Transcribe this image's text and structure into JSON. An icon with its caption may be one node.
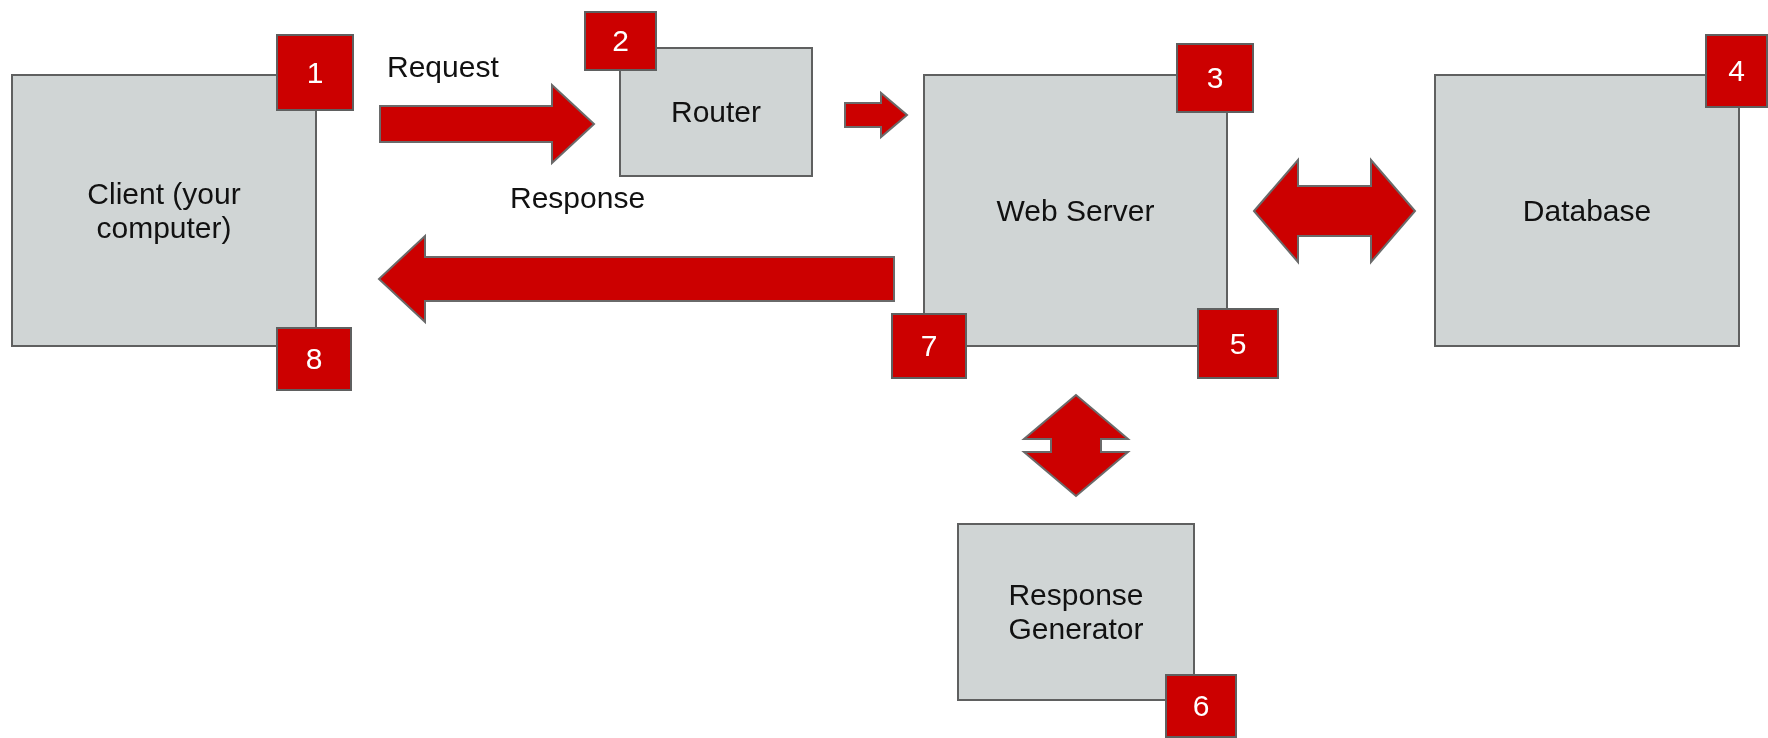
{
  "diagram": {
    "nodes": [
      {
        "text": [
          "Client (your computer)"
        ]
      },
      {
        "text": [
          "1"
        ]
      },
      {
        "text": [
          "8"
        ]
      },
      {
        "text": [
          "Router"
        ]
      },
      {
        "text": [
          "2"
        ]
      },
      {
        "text": [
          "Web Server"
        ]
      },
      {
        "text": [
          "3"
        ]
      },
      {
        "text": [
          "7"
        ]
      },
      {
        "text": [
          "5"
        ]
      },
      {
        "text": [
          "Database"
        ]
      },
      {
        "text": [
          "4"
        ]
      },
      {
        "text": [
          "Response Generator"
        ]
      },
      {
        "text": [
          "6"
        ]
      }
    ],
    "edges": [
      {
        "from": 0,
        "to": 3,
        "arrow": "to",
        "label": "Request"
      },
      {
        "from": 3,
        "to": 5,
        "arrow": "to"
      },
      {
        "from": 5,
        "to": 0,
        "arrow": "to",
        "label": "Response"
      },
      {
        "from": 5,
        "to": 9,
        "arrow": "both"
      },
      {
        "from": 5,
        "to": 11,
        "arrow": "both"
      }
    ]
  }
}
